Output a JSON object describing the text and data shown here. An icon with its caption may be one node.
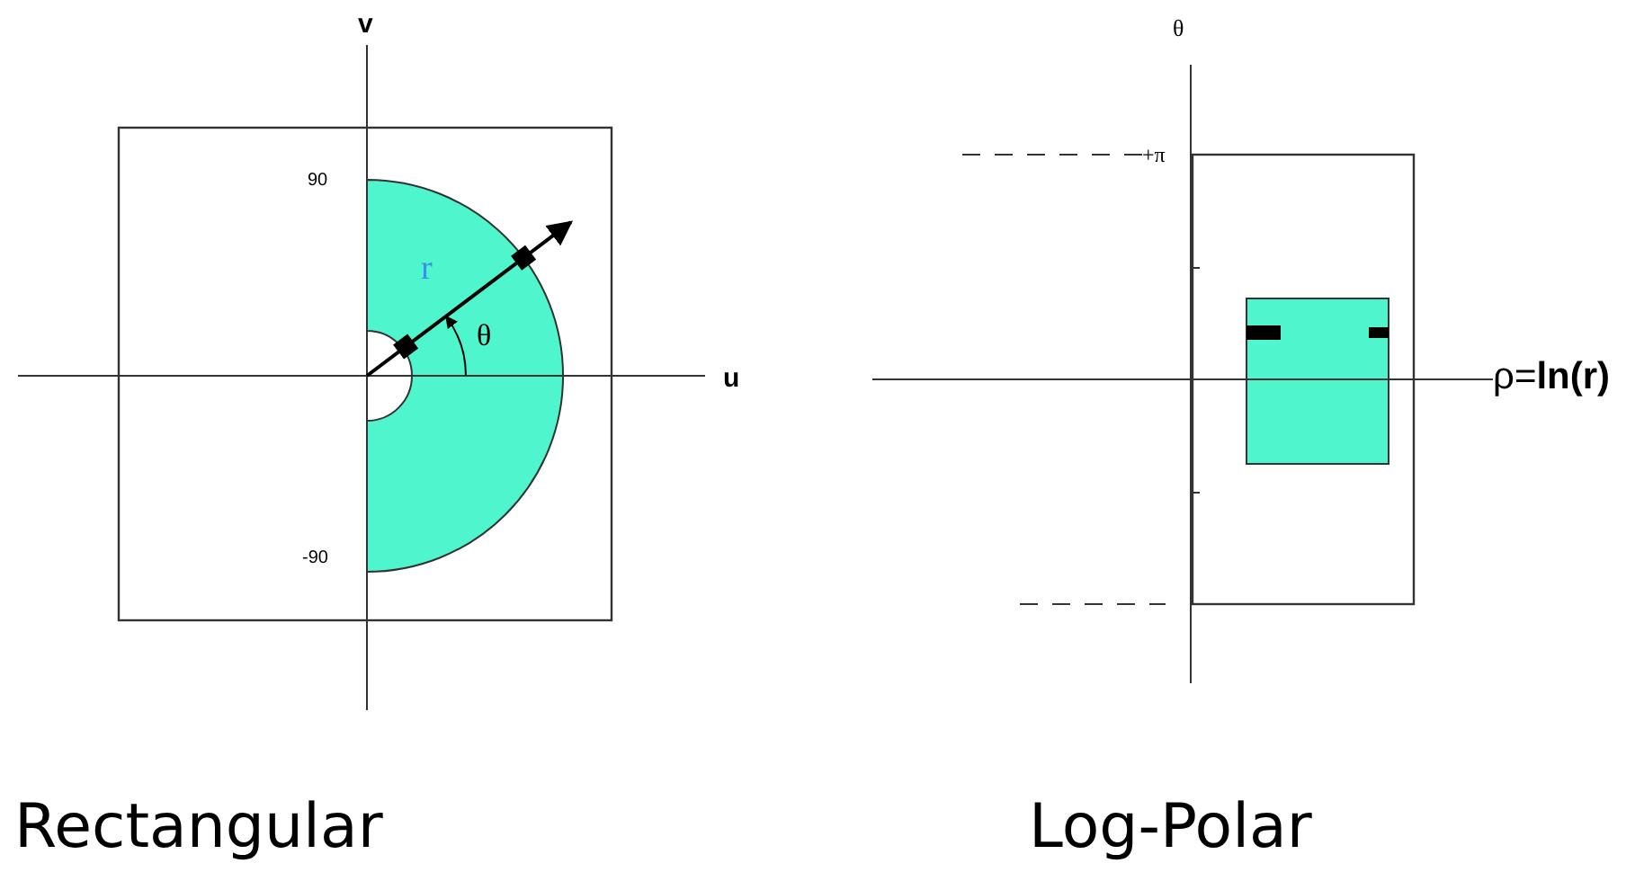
{
  "diagram": {
    "labels": [
      "v",
      "90",
      "r",
      "θ",
      "u",
      "-90",
      "Rectangular",
      "θ",
      "+π",
      "ρ=**ln(r)**",
      "Log-Polar"
    ]
  }
}
